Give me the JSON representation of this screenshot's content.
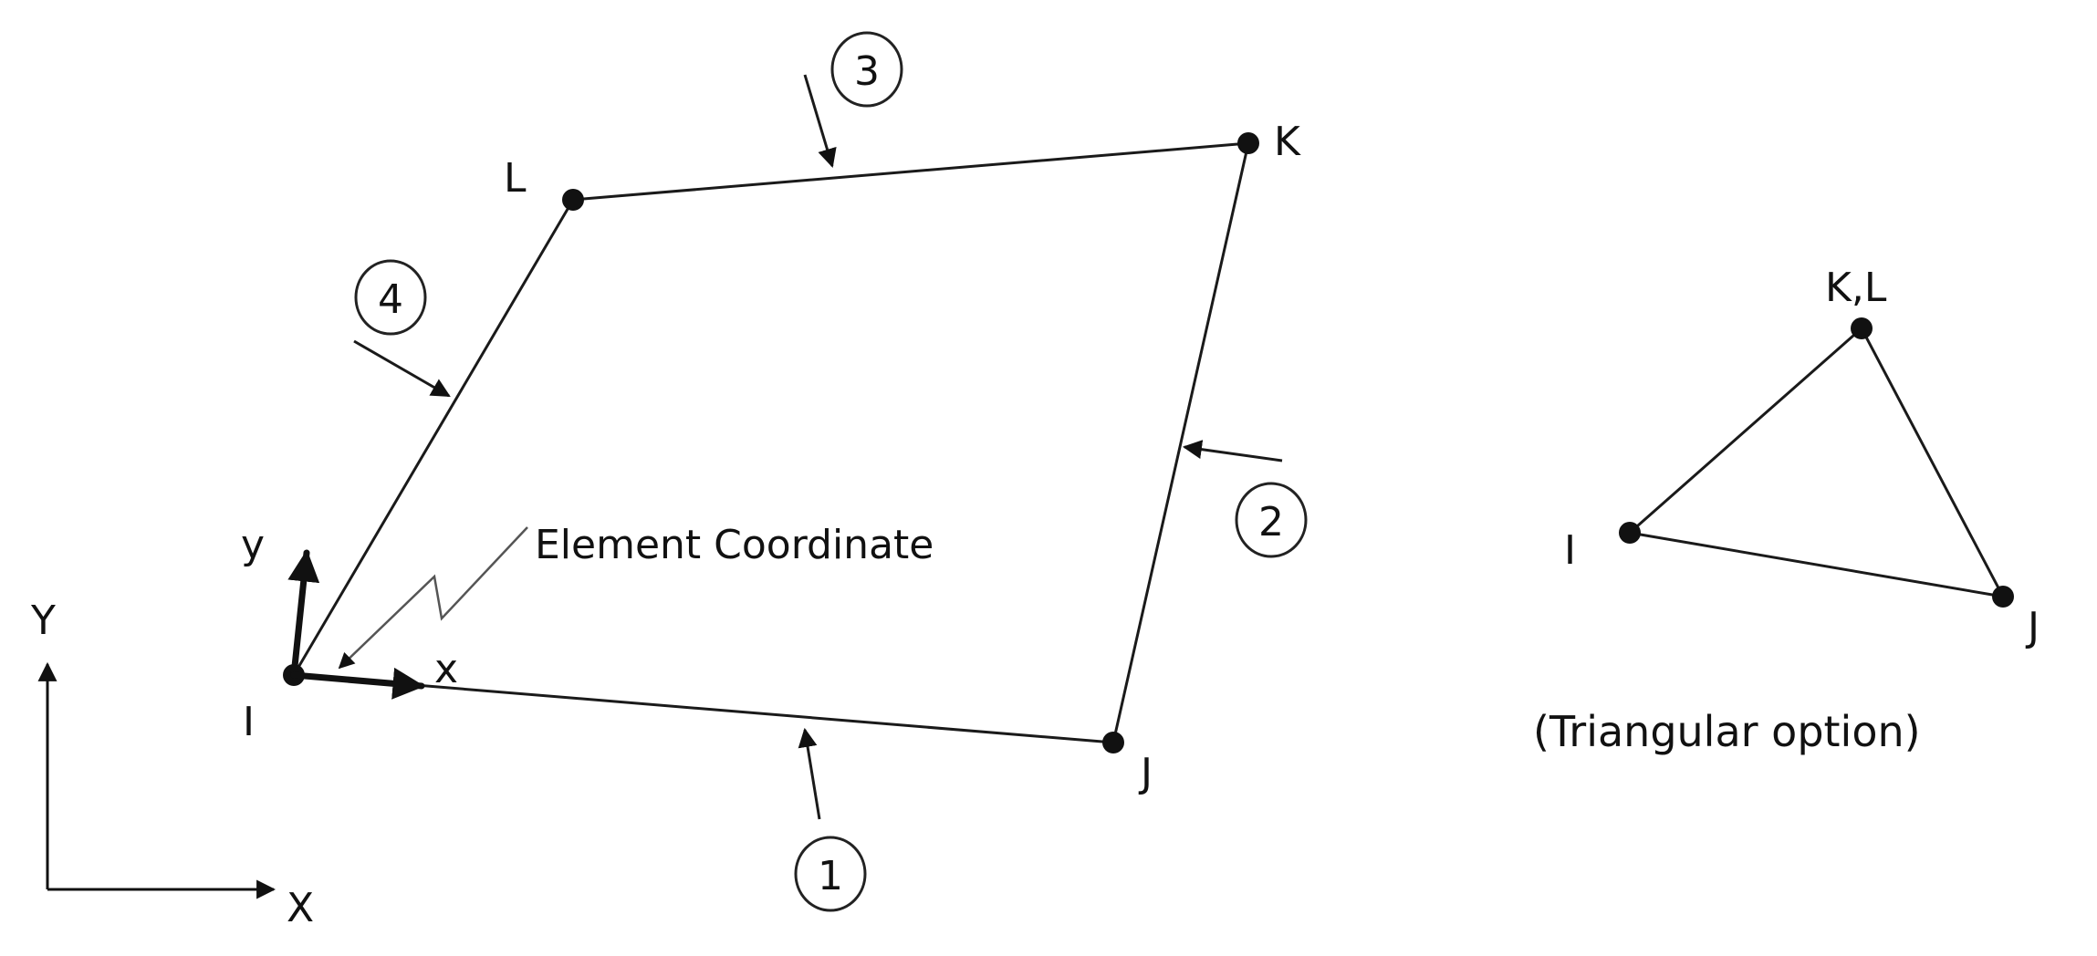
{
  "quad": {
    "nodes": {
      "I": "I",
      "J": "J",
      "K": "K",
      "L": "L"
    },
    "face_labels": [
      "1",
      "2",
      "3",
      "4"
    ],
    "element_coordinate_label": "Element Coordinate",
    "local_axes": {
      "x": "x",
      "y": "y"
    }
  },
  "global_axes": {
    "X": "X",
    "Y": "Y"
  },
  "triangle": {
    "nodes": {
      "I": "I",
      "J": "J",
      "KL": "K,L"
    },
    "caption": "(Triangular option)"
  }
}
